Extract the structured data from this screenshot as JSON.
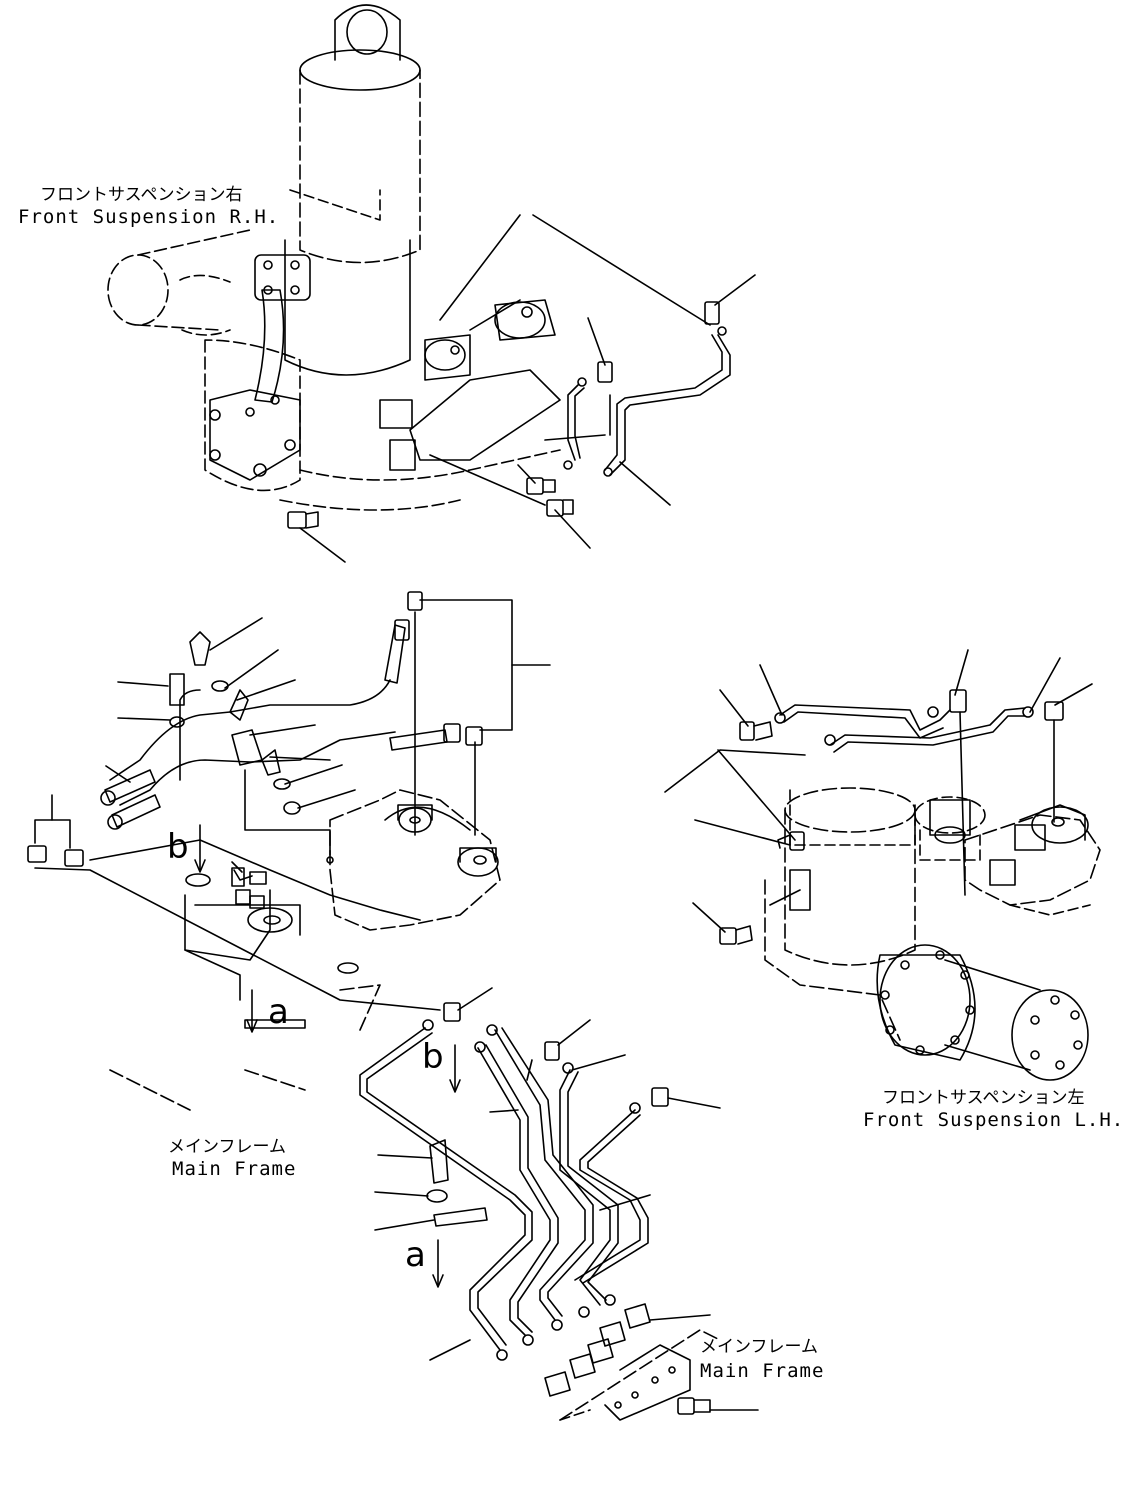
{
  "labels": {
    "rh_jp": "フロントサスペンション右",
    "rh_en": "Front Suspension R.H.",
    "lh_jp": "フロントサスペンション左",
    "lh_en": "Front Suspension L.H.",
    "mf1_jp": "メインフレーム",
    "mf1_en": "Main Frame",
    "mf2_jp": "メインフレーム",
    "mf2_en": "Main Frame"
  },
  "view_markers": {
    "b_upper": "b",
    "a_upper": "a",
    "b_lower": "b",
    "a_lower": "a"
  },
  "colors": {
    "line": "#000000",
    "background": "#ffffff"
  }
}
